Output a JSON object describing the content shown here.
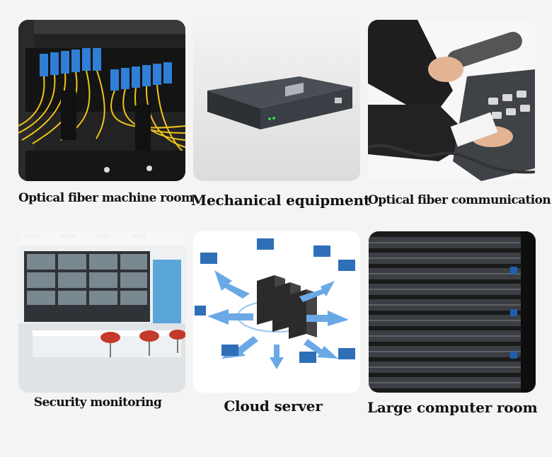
{
  "tiles": [
    {
      "id": "fiber-room",
      "caption": "Optical fiber machine room"
    },
    {
      "id": "mechanical",
      "caption": "Mechanical equipment"
    },
    {
      "id": "fiber-comm",
      "caption": "Optical fiber communication"
    },
    {
      "id": "security",
      "caption": "Security monitoring"
    },
    {
      "id": "cloud",
      "caption": "Cloud server"
    },
    {
      "id": "computer-room",
      "caption": "Large computer room"
    }
  ],
  "colors": {
    "fiber_blue": "#2f7fd6",
    "fiber_yellow": "#f0c419",
    "rack_black": "#1b1b1b",
    "arrow_blue": "#6aa9e6",
    "chair_red": "#c43a2a"
  }
}
